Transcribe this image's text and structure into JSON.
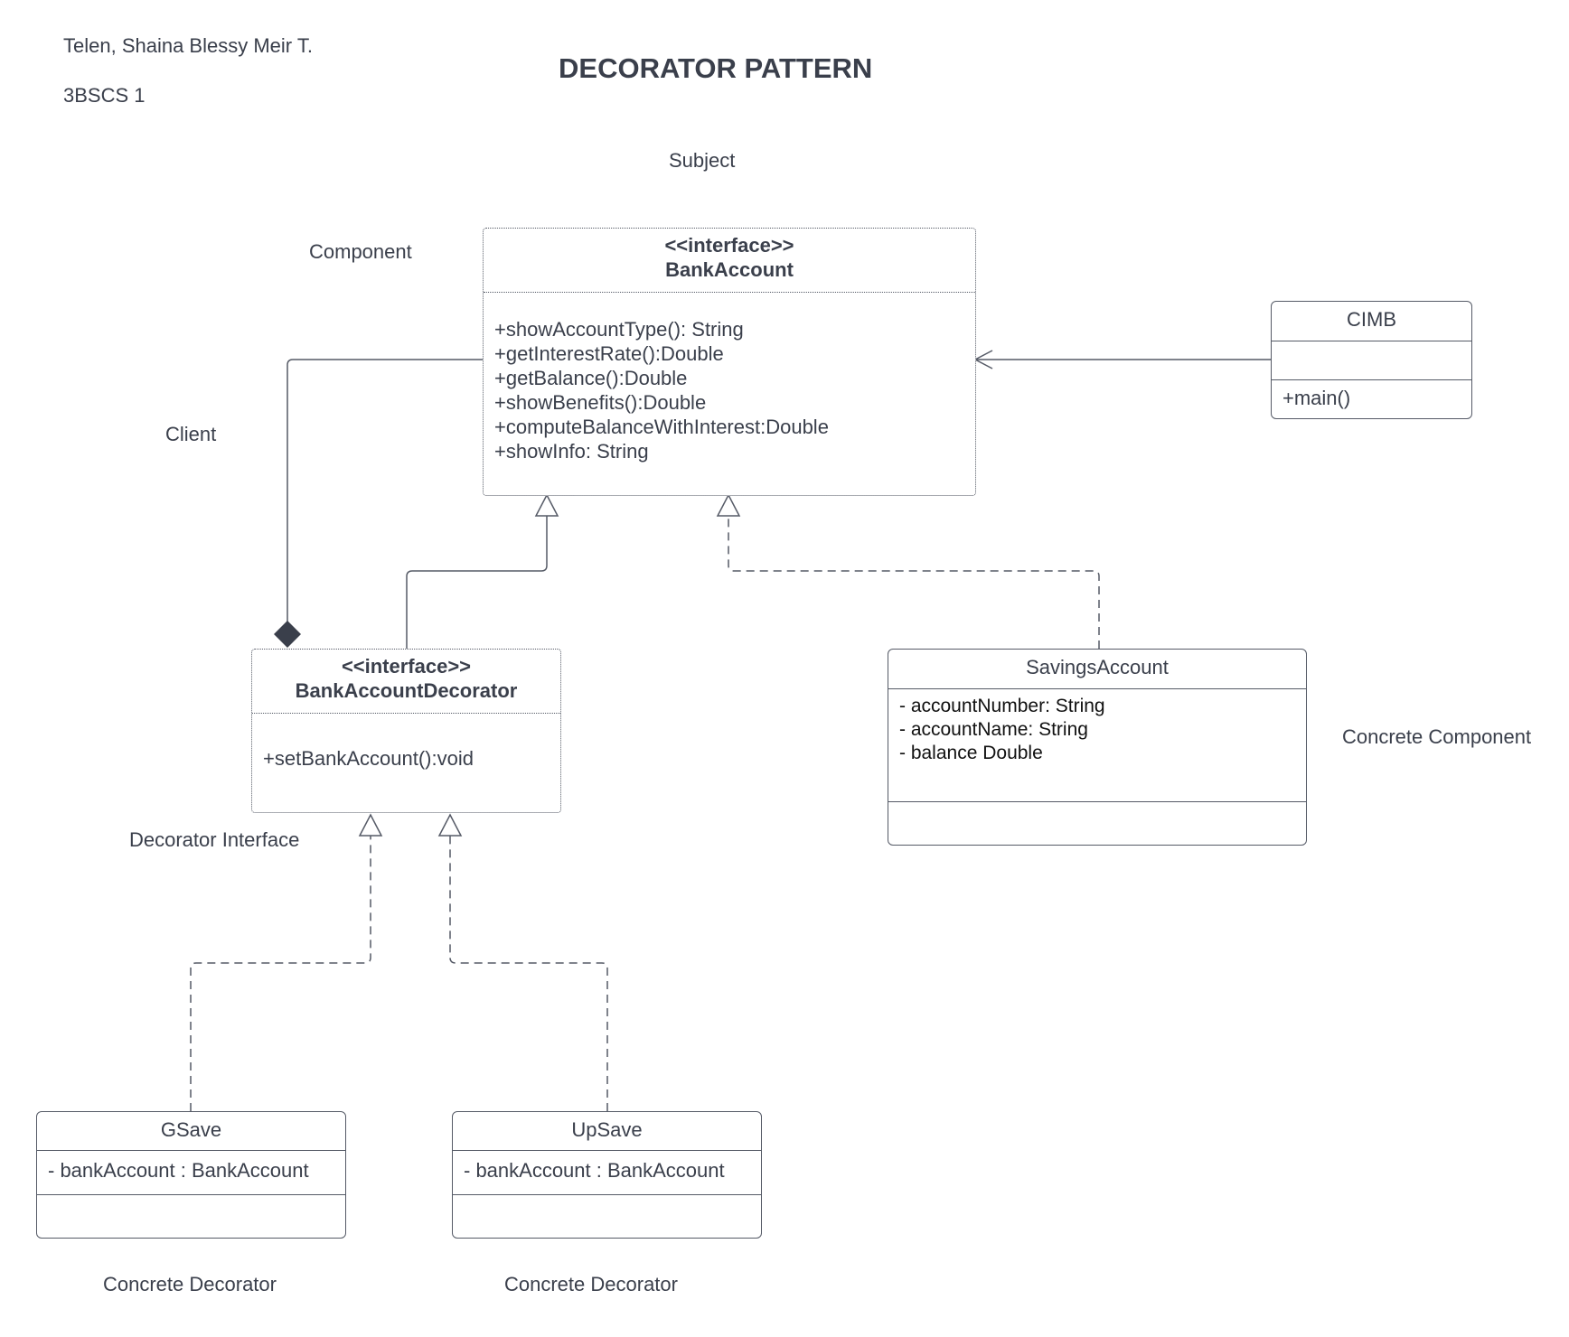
{
  "header": {
    "author": "Telen, Shaina Blessy Meir T.",
    "section": "3BSCS 1",
    "title": "DECORATOR PATTERN"
  },
  "role_labels": {
    "subject": "Subject",
    "component": "Component",
    "client": "Client",
    "decorator_interface": "Decorator Interface",
    "concrete_component": "Concrete Component",
    "concrete_decorator_1": "Concrete Decorator",
    "concrete_decorator_2": "Concrete Decorator"
  },
  "classes": {
    "bank_account": {
      "stereotype": "<<interface>>",
      "name": "BankAccount",
      "methods": [
        "+showAccountType(): String",
        "+getInterestRate():Double",
        "+getBalance():Double",
        "+showBenefits():Double",
        "+computeBalanceWithInterest:Double",
        "+showInfo: String"
      ]
    },
    "cimb": {
      "name": "CIMB",
      "methods": [
        "+main()"
      ]
    },
    "decorator": {
      "stereotype": "<<interface>>",
      "name": "BankAccountDecorator",
      "methods": [
        "+setBankAccount():void"
      ]
    },
    "savings": {
      "name": "SavingsAccount",
      "attributes": [
        "- accountNumber: String",
        "- accountName: String",
        "- balance Double"
      ]
    },
    "gsave": {
      "name": "GSave",
      "attributes": [
        "- bankAccount : BankAccount"
      ]
    },
    "upsave": {
      "name": "UpSave",
      "attributes": [
        "- bankAccount : BankAccount"
      ]
    }
  },
  "colors": {
    "line": "#555a66",
    "text": "#3a3f4b",
    "diamond": "#3a3f4b"
  }
}
